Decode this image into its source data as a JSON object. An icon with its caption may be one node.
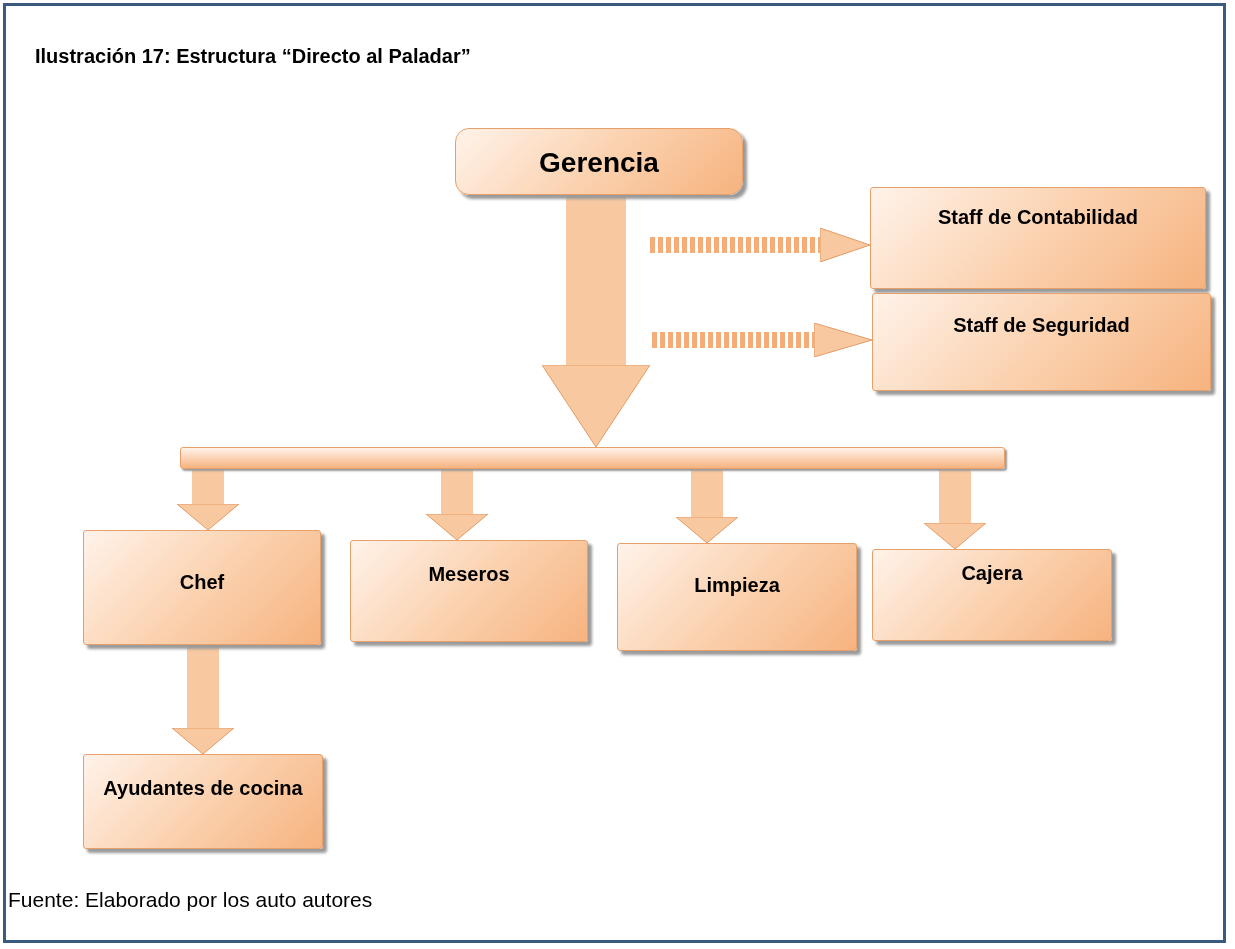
{
  "diagram": {
    "title": "Ilustración 17: Estructura “Directo al Paladar”",
    "caption": "Fuente: Elaborado por los auto autores",
    "nodes": [
      {
        "text": [
          "Gerencia"
        ]
      },
      {
        "text": [
          "Staff de Contabilidad"
        ]
      },
      {
        "text": [
          "Staff de Seguridad"
        ]
      },
      {
        "text": [],
        "shape": "bar"
      },
      {
        "text": [
          "Chef"
        ]
      },
      {
        "text": [
          "Meseros"
        ]
      },
      {
        "text": [
          "Limpieza"
        ]
      },
      {
        "text": [
          "Cajera"
        ]
      },
      {
        "text": [
          "Ayudantes de cocina"
        ]
      }
    ],
    "edges": [
      {
        "from": 0,
        "to": 3,
        "arrow": "to",
        "style": "thick"
      },
      {
        "from": null,
        "to": 1,
        "arrow": "to",
        "style": "dashed"
      },
      {
        "from": null,
        "to": 2,
        "arrow": "to",
        "style": "dashed"
      },
      {
        "from": 3,
        "to": 4,
        "arrow": "to"
      },
      {
        "from": 3,
        "to": 5,
        "arrow": "to"
      },
      {
        "from": 3,
        "to": 6,
        "arrow": "to"
      },
      {
        "from": 3,
        "to": 7,
        "arrow": "to"
      },
      {
        "from": 4,
        "to": 8,
        "arrow": "to"
      }
    ]
  }
}
